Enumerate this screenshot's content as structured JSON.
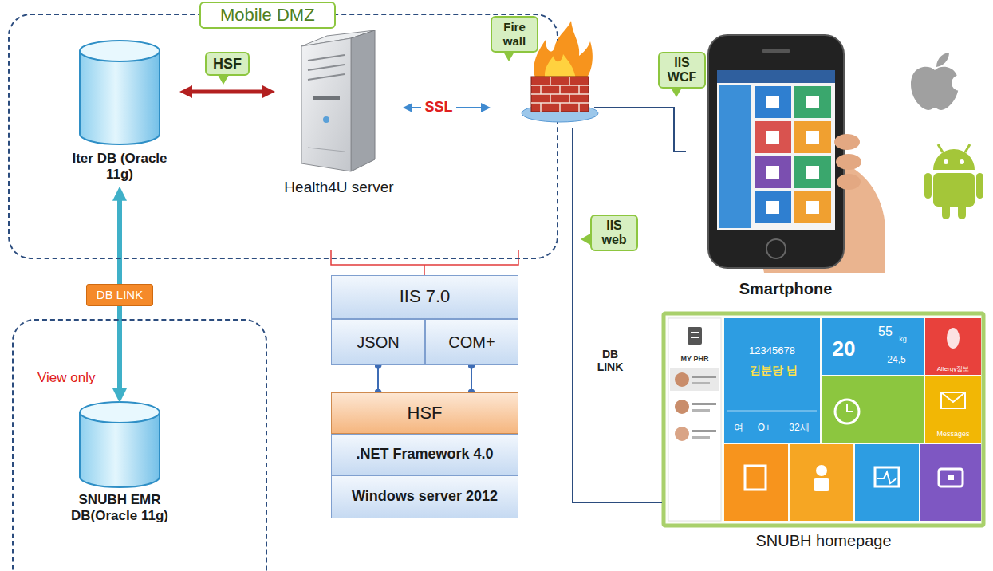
{
  "diagram": {
    "nodes": [
      {
        "text": [
          "Mobile DMZ"
        ]
      },
      {
        "text": [
          "Iter DB (Oracle 11g)"
        ],
        "in": 0
      },
      {
        "text": [
          "Health4U server"
        ],
        "in": 0
      },
      {
        "text": [
          "Fire wall"
        ],
        "in": 0
      },
      {
        "text": [
          "Smartphone"
        ]
      },
      {
        "text": [
          "SNUBH homepage"
        ]
      },
      {
        "text": [
          "View only"
        ]
      },
      {
        "text": [
          "SNUBH EMR DB(Oracle 11g)"
        ],
        "in": 6
      },
      {
        "text": [
          "IIS 7.0"
        ]
      },
      {
        "text": [
          "JSON"
        ]
      },
      {
        "text": [
          "COM+"
        ]
      },
      {
        "text": [
          "HSF"
        ]
      },
      {
        "text": [
          ".NET Framework 4.0"
        ]
      },
      {
        "text": [
          "Windows server 2012"
        ]
      }
    ],
    "edges": [
      {
        "from": 1,
        "to": 2,
        "arrow": "both",
        "label": "HSF"
      },
      {
        "from": 2,
        "to": 3,
        "arrow": "both",
        "label": "SSL"
      },
      {
        "from": 3,
        "to": 4,
        "arrow": "none",
        "label": "IIS WCF"
      },
      {
        "from": 3,
        "to": 5,
        "arrow": "none",
        "label": "IIS web"
      },
      {
        "from": 1,
        "to": 7,
        "arrow": "both",
        "label": "DB LINK"
      },
      {
        "from": 9,
        "to": 11,
        "arrow": "none"
      },
      {
        "from": 10,
        "to": 11,
        "arrow": "none"
      }
    ],
    "labels": [
      "DB LINK",
      "MY PHR",
      "12345678",
      "김분당 님",
      "20",
      "55",
      "kg",
      "24,5",
      "여",
      "O+",
      "32세",
      "Allergy정보",
      "Messages"
    ]
  }
}
